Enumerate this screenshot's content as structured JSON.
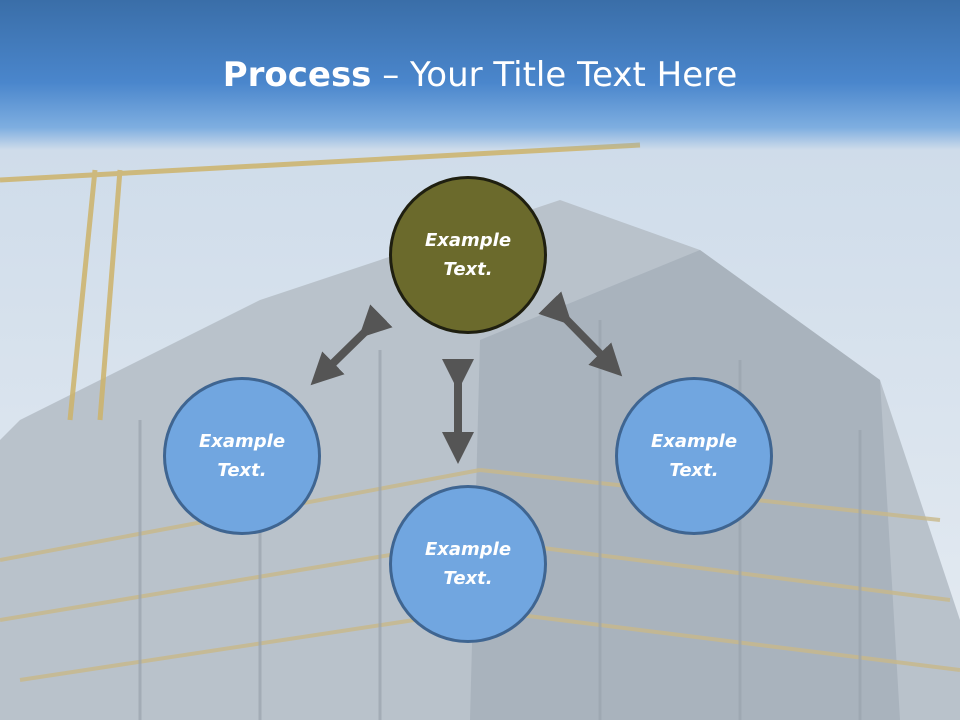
{
  "slide": {
    "title_bold": "Process",
    "title_rest": " – Your Title Text Here"
  },
  "nodes": {
    "top": "Example\nText.",
    "left": "Example\nText.",
    "right": "Example\nText.",
    "bottom": "Example\nText."
  },
  "colors": {
    "header_blue": "#4a86cc",
    "node_top_fill": "#6b6a2c",
    "node_blue_fill": "#71a6e0",
    "node_blue_border": "#3f6591",
    "arrow": "#555555"
  }
}
